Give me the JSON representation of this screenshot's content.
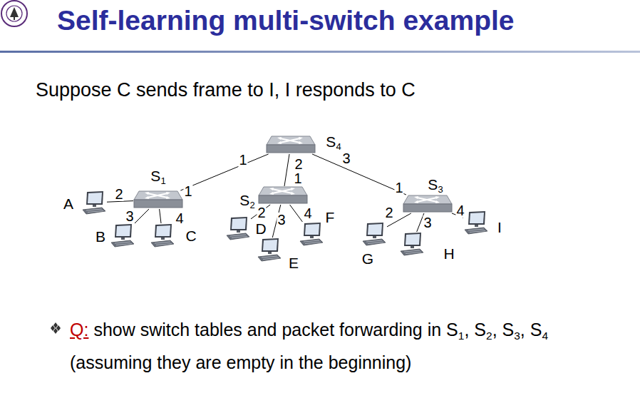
{
  "diagram": {
    "title": "Self-learning multi-switch example",
    "nodes": [
      {
        "text": [
          "S4"
        ]
      },
      {
        "text": [
          "S1"
        ]
      },
      {
        "text": [
          "S2"
        ]
      },
      {
        "text": [
          "S3"
        ]
      },
      {
        "text": [
          "A"
        ]
      },
      {
        "text": [
          "B"
        ]
      },
      {
        "text": [
          "C"
        ]
      },
      {
        "text": [
          "D"
        ]
      },
      {
        "text": [
          "E"
        ]
      },
      {
        "text": [
          "F"
        ]
      },
      {
        "text": [
          "G"
        ]
      },
      {
        "text": [
          "H"
        ]
      },
      {
        "text": [
          "I"
        ]
      }
    ],
    "edges": [
      {
        "from": 0,
        "to": 1,
        "arrow": "none"
      },
      {
        "from": 0,
        "to": 2,
        "arrow": "none"
      },
      {
        "from": 0,
        "to": 3,
        "arrow": "none"
      },
      {
        "from": 1,
        "to": 4,
        "arrow": "none"
      },
      {
        "from": 1,
        "to": 5,
        "arrow": "none"
      },
      {
        "from": 1,
        "to": 6,
        "arrow": "none"
      },
      {
        "from": 2,
        "to": 7,
        "arrow": "none"
      },
      {
        "from": 2,
        "to": 8,
        "arrow": "none"
      },
      {
        "from": 2,
        "to": 9,
        "arrow": "none"
      },
      {
        "from": 3,
        "to": 10,
        "arrow": "none"
      },
      {
        "from": 3,
        "to": 11,
        "arrow": "none"
      },
      {
        "from": 3,
        "to": 12,
        "arrow": "none"
      }
    ],
    "labels": [
      "Suppose C sends frame to I, I responds to C",
      "1",
      "2",
      "3",
      "1",
      "2",
      "3",
      "4",
      "1",
      "2",
      "3",
      "4",
      "1",
      "2",
      "3",
      "4",
      "Q:",
      "show switch tables and packet forwarding in S1, S2, S3, S4 (assuming they are empty in the beginning)"
    ]
  }
}
